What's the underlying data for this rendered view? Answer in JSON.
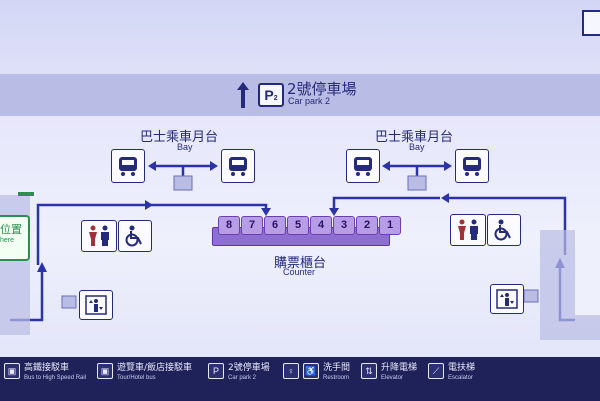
{
  "header": {
    "parking_number": "2",
    "parking_zh": "號停車場",
    "parking_en": "Car park 2",
    "parking_badge": "P",
    "parking_badge_sub": "2"
  },
  "bays": {
    "left_zh": "巴士乘車月台",
    "left_en": "Bay",
    "right_zh": "巴士乘車月台",
    "right_en": "Bay"
  },
  "counter": {
    "zh": "購票櫃台",
    "en": "Counter",
    "numbers": [
      "8",
      "7",
      "6",
      "5",
      "4",
      "3",
      "2",
      "1"
    ]
  },
  "left_edge": {
    "zh": "位置",
    "en": "here"
  },
  "legend": [
    {
      "icon": "bus-icon",
      "zh": "高鐵接駁車",
      "en": "Bus to High Speed Rail"
    },
    {
      "icon": "bus-icon",
      "zh": "遊覽車/飯店接駁車",
      "en": "Tour/Hotel bus"
    },
    {
      "icon": "parking-icon",
      "zh": "2號停車場",
      "en": "Car park 2"
    },
    {
      "icon": "restroom-icon",
      "zh": "洗手間",
      "en": "Restroom"
    },
    {
      "icon": "elevator-icon",
      "zh": "升降電梯",
      "en": "Elevator"
    },
    {
      "icon": "escalator-icon",
      "zh": "電扶梯",
      "en": "Escalator"
    }
  ],
  "colors": {
    "route": "#2b33a6",
    "text": "#262a7a",
    "counter": "#b79ce6"
  }
}
